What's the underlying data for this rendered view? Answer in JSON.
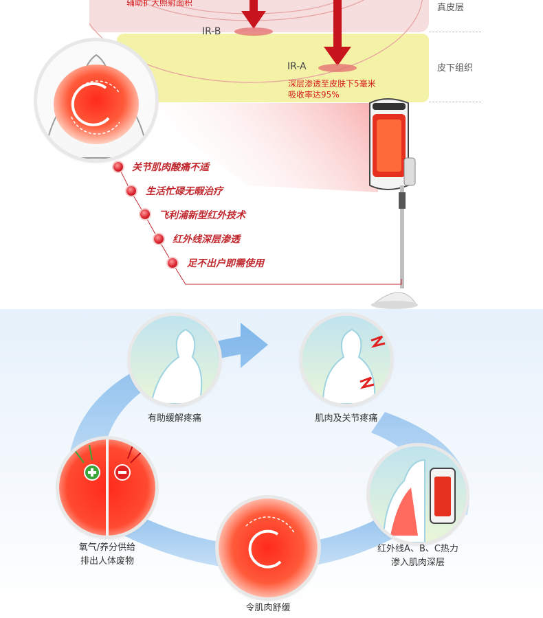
{
  "diagram": {
    "top_text": "辅助扩大照射面积",
    "layers": [
      "真皮层",
      "皮下组织"
    ],
    "ir_b": "IR-B",
    "ir_a": "IR-A",
    "ir_a_desc_1": "深层渗透至皮肤下5毫米",
    "ir_a_desc_2": "吸收率达95%"
  },
  "features": [
    "关节肌肉酸痛不适",
    "生活忙碌无暇治疗",
    "飞利浦新型红外技术",
    "红外线深层渗透",
    "足不出户即需使用"
  ],
  "cycle": [
    "有助缓解疼痛",
    "肌肉及关节疼痛",
    "红外线A、B、C热力",
    "渗入肌肉深层",
    "令肌肉舒缓",
    "氧气/养分供给",
    "排出人体废物"
  ],
  "colors": {
    "accent": "#d62020",
    "arrow_blue": "#9cc8ef",
    "band_yellow": "#f3f2a6",
    "band_pink": "#f7dede"
  }
}
